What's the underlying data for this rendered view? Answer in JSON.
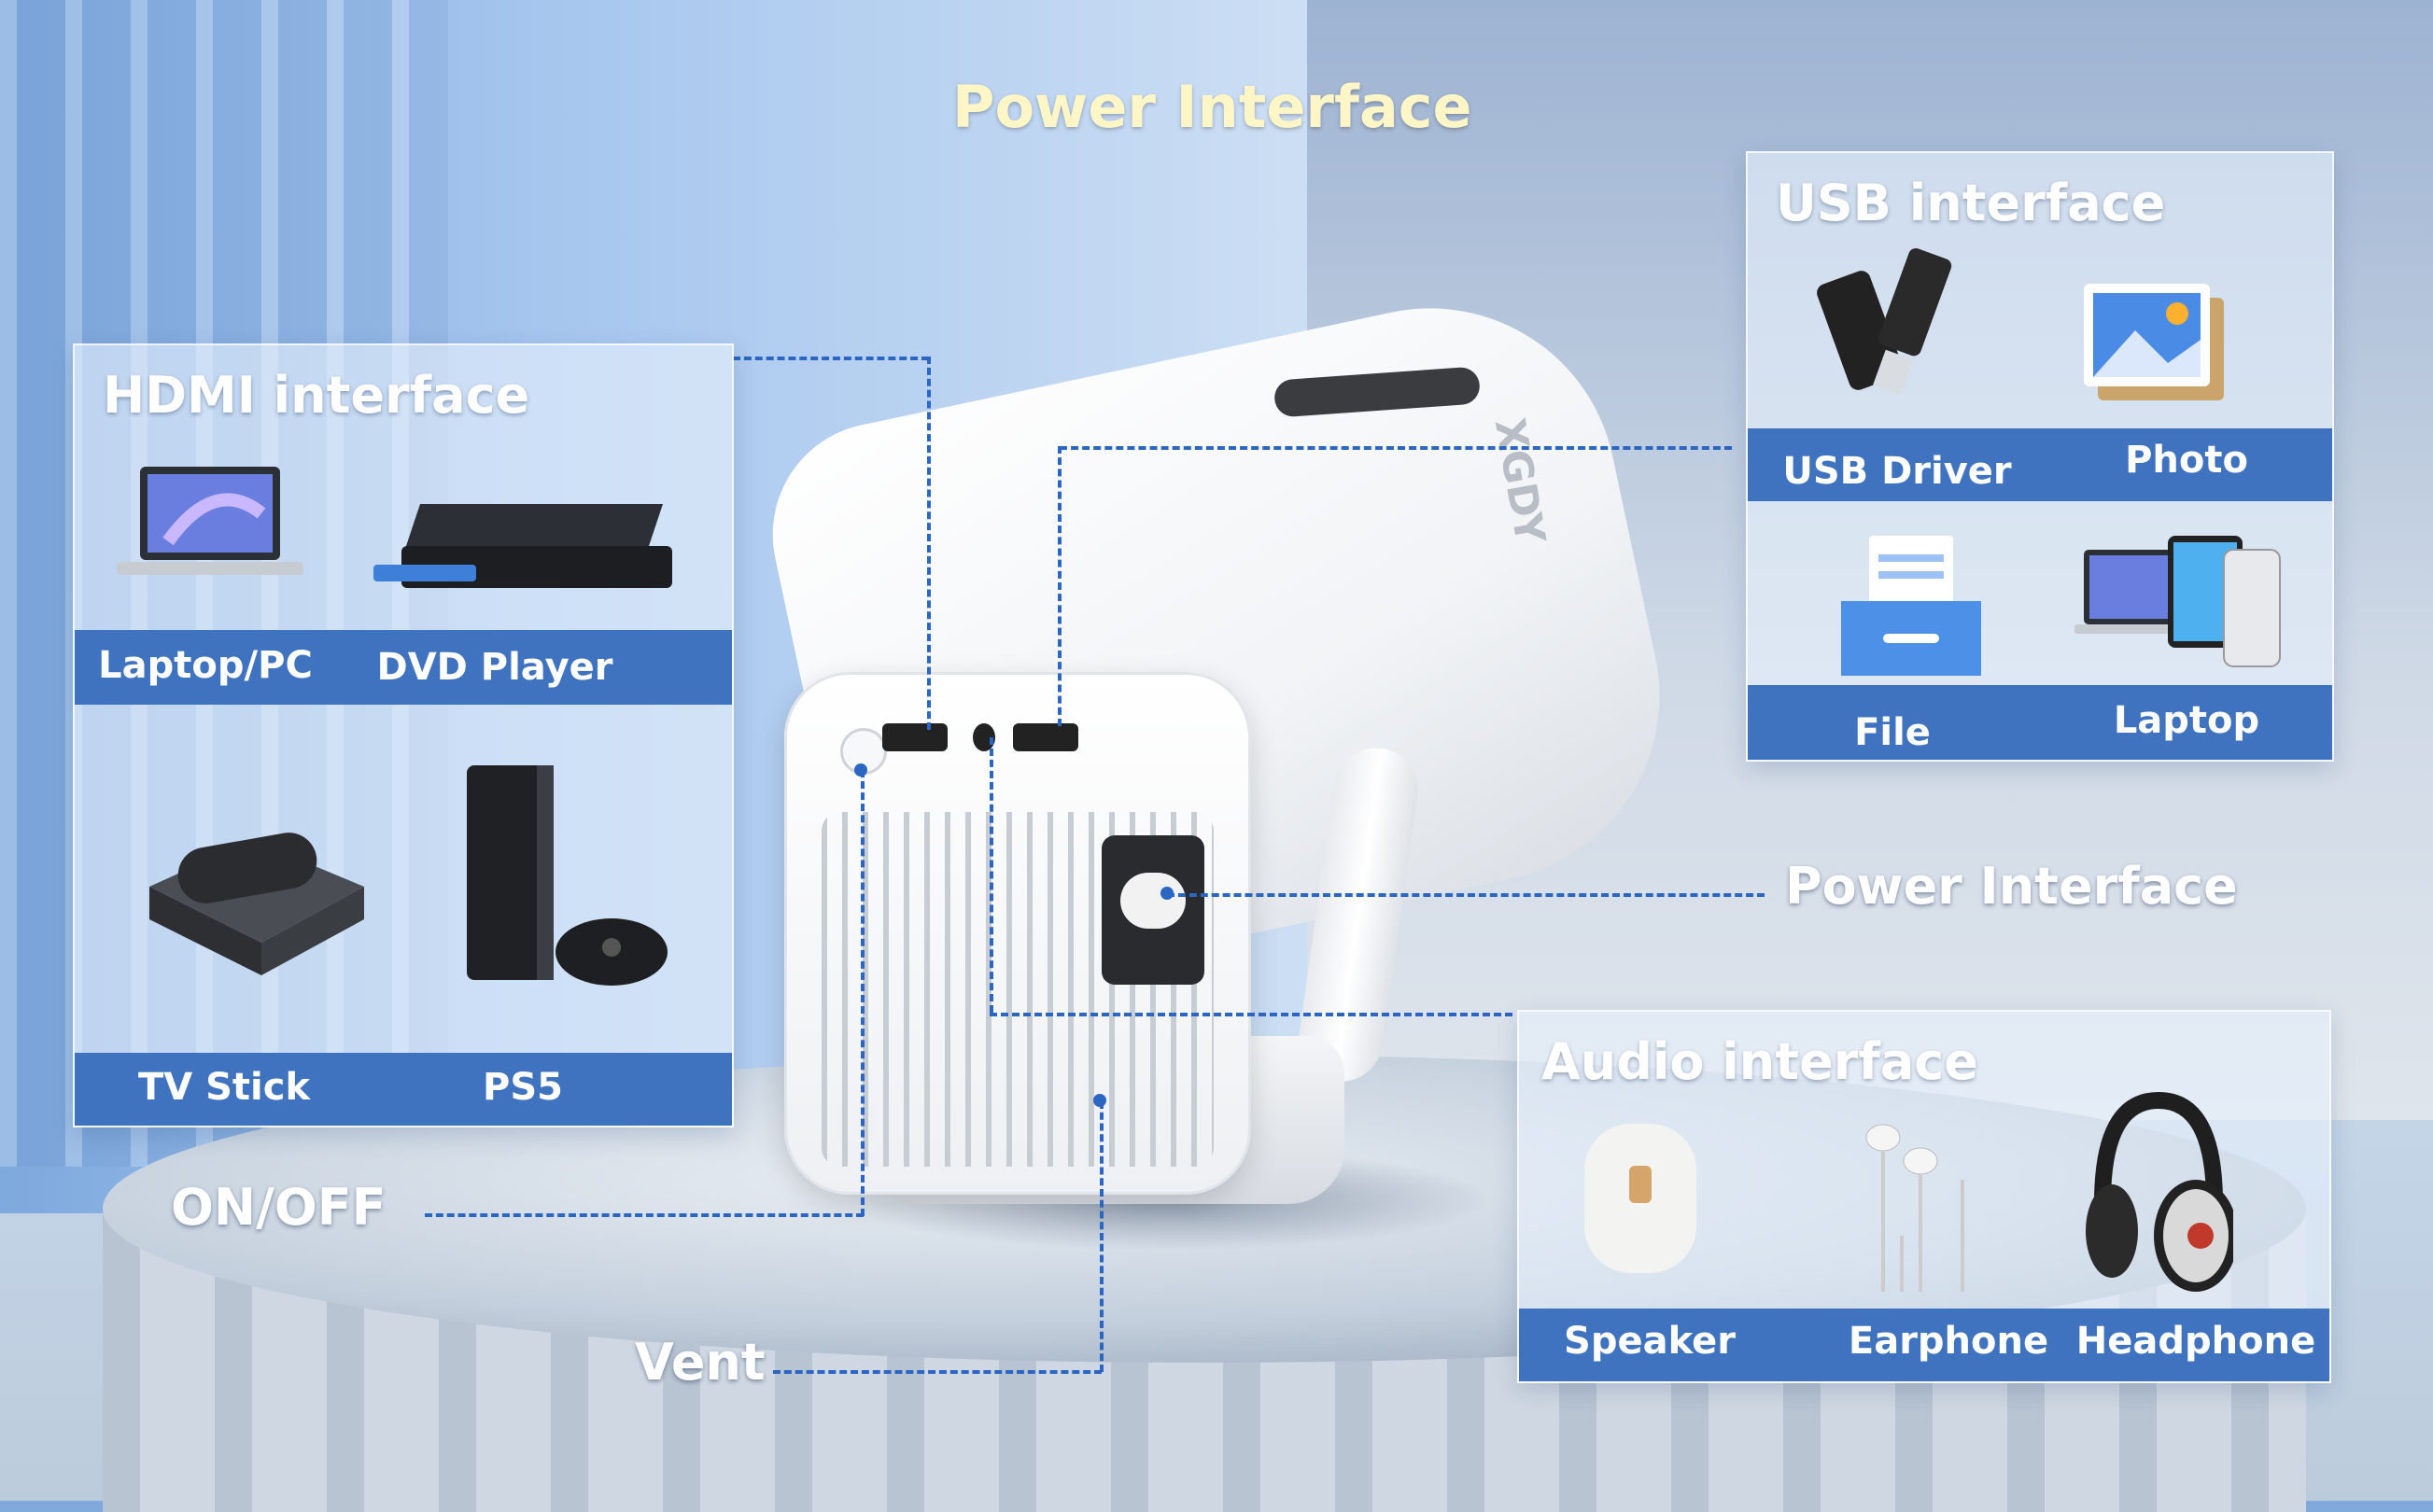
{
  "top_callout": "Power Interface",
  "brand": "XGDY",
  "hdmi": {
    "title": "HDMI interface",
    "items": [
      {
        "label": "Laptop/PC",
        "icon": "laptop-icon"
      },
      {
        "label": "DVD Player",
        "icon": "dvd-player-icon"
      },
      {
        "label": "TV Stick",
        "icon": "tv-stick-icon"
      },
      {
        "label": "PS5",
        "icon": "game-console-icon"
      }
    ]
  },
  "usb": {
    "title": "USB interface",
    "items": [
      {
        "label": "USB Driver",
        "icon": "usb-drive-icon"
      },
      {
        "label": "Photo",
        "icon": "photo-icon"
      },
      {
        "label": "File",
        "icon": "file-folder-icon"
      },
      {
        "label": "Laptop",
        "icon": "laptop-tablet-phone-icon"
      }
    ]
  },
  "audio": {
    "title": "Audio interface",
    "items": [
      {
        "label": "Speaker",
        "icon": "smart-speaker-icon"
      },
      {
        "label": "Earphone",
        "icon": "earphone-icon"
      },
      {
        "label": "Headphone",
        "icon": "headphone-icon"
      }
    ]
  },
  "callouts": {
    "power": "Power Interface",
    "onoff": "ON/OFF",
    "vent": "Vent"
  },
  "colors": {
    "accent": "#3f73bf",
    "dash": "#2a66c2",
    "title_yellow": "#fff6c8"
  }
}
